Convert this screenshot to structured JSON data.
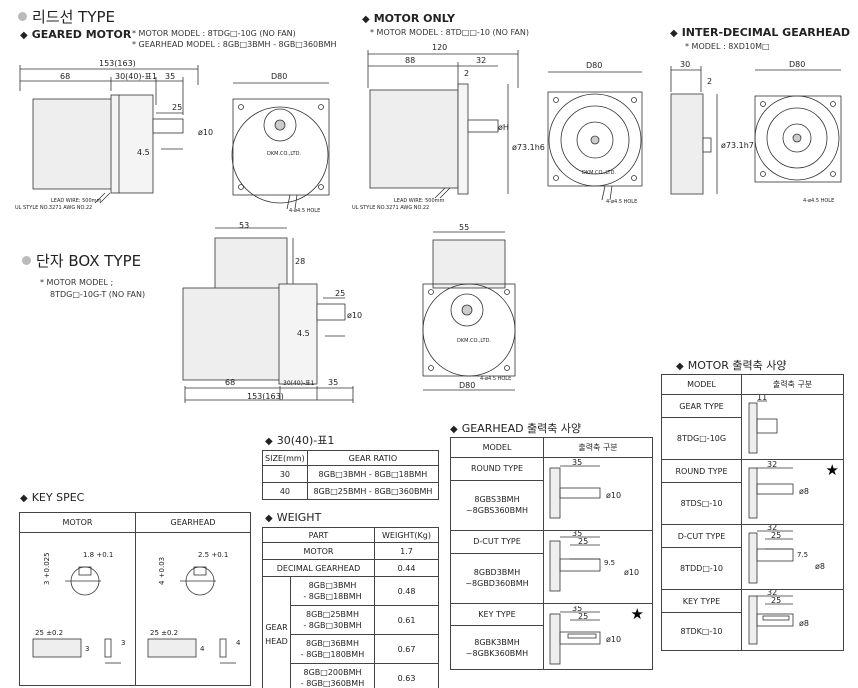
{
  "lead": {
    "title": "리드선 TYPE",
    "geared_motor": {
      "heading": "GEARED MOTOR",
      "model_line1": "* MOTOR MODEL : 8TDG□-10G (NO FAN)",
      "model_line2": "* GEARHEAD MODEL : 8GB□3BMH - 8GB□360BMH",
      "dims": [
        "153(163)",
        "68",
        "30(40)-표1",
        "35",
        "25",
        "ø10",
        "4.5",
        "D80"
      ],
      "lead_note1": "LEAD WIRE: 500mm",
      "lead_note2": "UL STYLE NO.3271 AWG NO.22",
      "hole_note": "4-ø4.5 HOLE",
      "brand": "DKM.CO.,LTD."
    },
    "motor_only": {
      "heading": "MOTOR ONLY",
      "model_line": "* MOTOR MODEL : 8TD□□-10 (NO FAN)",
      "dims": [
        "120",
        "88",
        "32",
        "2",
        "øH",
        "ø73.1h6",
        "D80"
      ],
      "lead_note1": "LEAD WIRE: 500mm",
      "lead_note2": "UL STYLE NO.3271 AWG NO.22",
      "hole_note": "4-ø4.5 HOLE",
      "brand": "DKM.CO.,LTD."
    },
    "inter_decimal": {
      "heading": "INTER-DECIMAL GEARHEAD",
      "model_line": "* MODEL : 8XD10M□",
      "dims": [
        "30",
        "2",
        "D80",
        "ø73.1h7"
      ],
      "hole_note": "4-ø4.5 HOLE"
    }
  },
  "box": {
    "title": "단자 BOX TYPE",
    "model_line1": "* MOTOR MODEL ;",
    "model_line2": "8TDG□-10G-T (NO FAN)",
    "dims": [
      "53",
      "28",
      "25",
      "ø10",
      "4.5",
      "68",
      "30(40)-표1",
      "35",
      "153(163)",
      "55",
      "D80"
    ],
    "hole_note": "4-ø4.5 HOLE",
    "brand": "DKM.CO.,LTD."
  },
  "ratio_table": {
    "title": "30(40)-표1",
    "headers": [
      "SIZE(mm)",
      "GEAR RATIO"
    ],
    "rows": [
      [
        "30",
        "8GB□3BMH - 8GB□18BMH"
      ],
      [
        "40",
        "8GB□25BMH - 8GB□360BMH"
      ]
    ]
  },
  "weight_table": {
    "title": "WEIGHT",
    "headers": [
      "PART",
      "WEIGHT(Kg)"
    ],
    "motor": [
      "MOTOR",
      "1.7"
    ],
    "decimal": [
      "DECIMAL GEARHEAD",
      "0.44"
    ],
    "gear_head_label1": "GEAR",
    "gear_head_label2": "HEAD",
    "gear_rows": [
      [
        "8GB□3BMH",
        "- 8GB□18BMH",
        "0.48"
      ],
      [
        "8GB□25BMH",
        "- 8GB□30BMH",
        "0.61"
      ],
      [
        "8GB□36BMH",
        "- 8GB□180BMH",
        "0.67"
      ],
      [
        "8GB□200BMH",
        "- 8GB□360BMH",
        "0.63"
      ]
    ]
  },
  "gearhead_table": {
    "title": "GEARHEAD 출력축 사양",
    "headers": [
      "MODEL",
      "출력축 구분"
    ],
    "rows": [
      {
        "type": "ROUND TYPE",
        "model1": "8GBS3BMH",
        "model2": "~8GBS360BMH",
        "dims": [
          "35",
          "ø10"
        ]
      },
      {
        "type": "D-CUT TYPE",
        "model1": "8GBD3BMH",
        "model2": "~8GBD360BMH",
        "dims": [
          "35",
          "25",
          "9.5",
          "ø10"
        ]
      },
      {
        "type": "KEY TYPE",
        "model1": "8GBK3BMH",
        "model2": "~8GBK360BMH",
        "dims": [
          "35",
          "25",
          "ø10"
        ]
      }
    ],
    "star": "★"
  },
  "motor_table": {
    "title": "MOTOR 출력축 사양",
    "headers": [
      "MODEL",
      "출력축 구분"
    ],
    "rows": [
      {
        "type": "GEAR TYPE",
        "model": "8TDG□-10G",
        "dims": [
          "11"
        ]
      },
      {
        "type": "ROUND TYPE",
        "model": "8TDS□-10",
        "dims": [
          "32",
          "ø8"
        ]
      },
      {
        "type": "D-CUT TYPE",
        "model": "8TDD□-10",
        "dims": [
          "32",
          "25",
          "7.5",
          "ø8"
        ]
      },
      {
        "type": "KEY TYPE",
        "model": "8TDK□-10",
        "dims": [
          "32",
          "25",
          "ø8"
        ]
      }
    ],
    "star": "★"
  },
  "key_spec": {
    "title": "KEY SPEC",
    "headers": [
      "MOTOR",
      "GEARHEAD"
    ],
    "motor_dims": [
      "3 +0.025",
      "1.8 +0.1",
      "25 ±0.2",
      "3",
      "3"
    ],
    "gear_dims": [
      "4 +0.03",
      "2.5 +0.1",
      "25 ±0.2",
      "4",
      "4"
    ]
  }
}
